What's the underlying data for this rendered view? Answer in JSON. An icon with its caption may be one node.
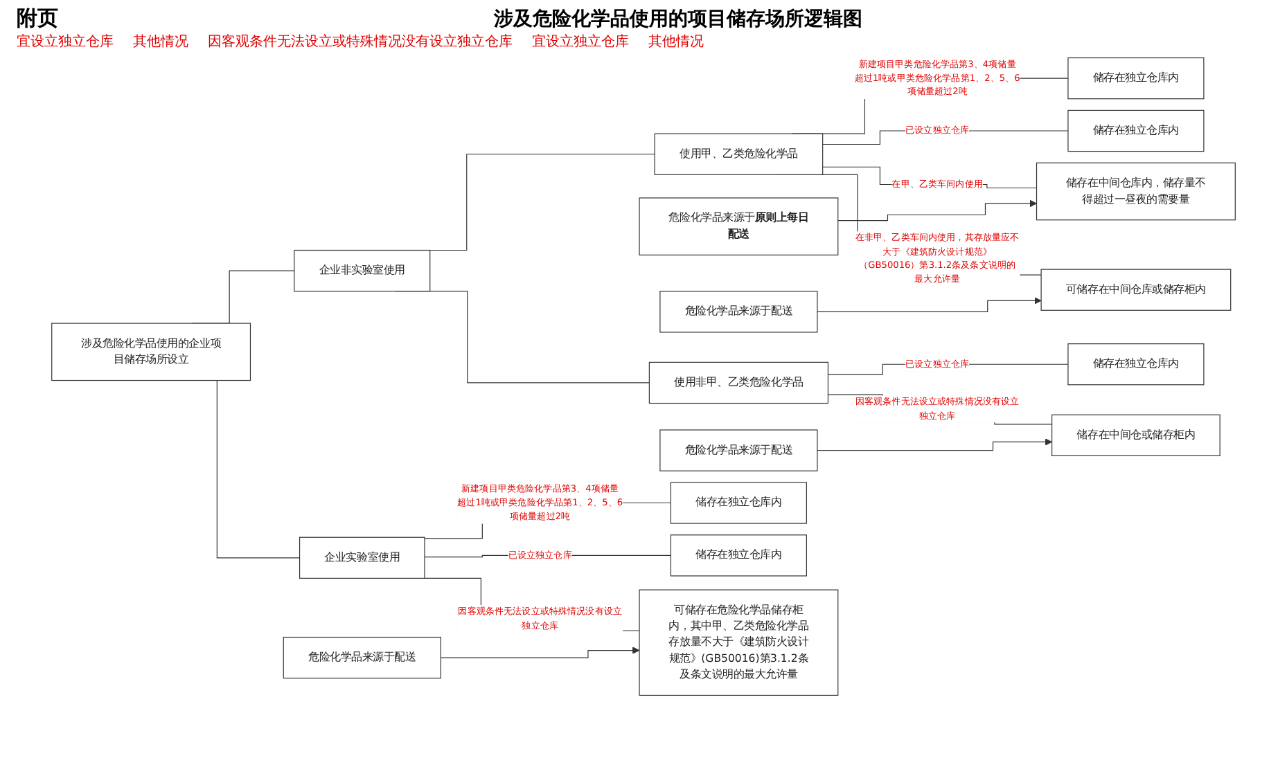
{
  "diagram": {
    "title": "涉及危险化学品使用的项目储存场所逻辑图",
    "nodes": [
      {
        "text": [
          "涉及危险化学品使用的企业项目储存场所设立"
        ]
      },
      {
        "text": [
          "企业非实验室使用"
        ]
      },
      {
        "text": [
          "使用甲、乙类危险化学品"
        ]
      },
      {
        "text": [
          "储存在独立仓库内"
        ]
      },
      {
        "text": [
          "储存在独立仓库内"
        ]
      },
      {
        "text": [
          "危险化学品来源于**原则上每日配送**"
        ]
      },
      {
        "text": [
          "储存在中间仓库内，储存量不得超过一昼夜的需要量"
        ]
      },
      {
        "text": [
          "危险化学品来源于配送"
        ]
      },
      {
        "text": [
          "可储存在中间仓库或储存柜内"
        ]
      },
      {
        "text": [
          "使用非甲、乙类危险化学品"
        ]
      },
      {
        "text": [
          "储存在独立仓库内"
        ]
      },
      {
        "text": [
          "危险化学品来源于配送"
        ]
      },
      {
        "text": [
          "储存在中间仓或储存柜内"
        ]
      },
      {
        "text": [
          "企业实验室使用"
        ]
      },
      {
        "text": [
          "储存在独立仓库内"
        ]
      },
      {
        "text": [
          "储存在独立仓库内"
        ]
      },
      {
        "text": [
          "危险化学品来源于配送"
        ]
      },
      {
        "text": [
          "可储存在危险化学品储存柜内，其中甲、乙类危险化学品存放量不大于《建筑防火设计规范》(GB50016)第3.1.2条及条文说明的最大允许量"
        ]
      }
    ],
    "edges": [
      {
        "from": 0,
        "to": 1,
        "arrow": "none"
      },
      {
        "from": 0,
        "to": 13,
        "arrow": "none"
      },
      {
        "from": 1,
        "to": 2,
        "arrow": "none"
      },
      {
        "from": 1,
        "to": 9,
        "arrow": "none"
      },
      {
        "from": 2,
        "to": 3,
        "arrow": "none",
        "label": "新建项目甲类危险化学品第3、4项储量超过1吨或甲类危险化学品第1、2、5、6项储量超过2吨"
      },
      {
        "from": 2,
        "to": 4,
        "arrow": "none",
        "label": "已设立独立仓库"
      },
      {
        "from": 2,
        "to": 6,
        "arrow": "none",
        "label": "在甲、乙类车间内使用"
      },
      {
        "from": 2,
        "to": 8,
        "arrow": "none",
        "label": "在非甲、乙类车间内使用，其存放量应不大于《建筑防火设计规范》（GB50016）第3.1.2条及条文说明的最大允许量"
      },
      {
        "from": 5,
        "to": 6,
        "arrow": "to"
      },
      {
        "from": 7,
        "to": 8,
        "arrow": "to"
      },
      {
        "from": 9,
        "to": 10,
        "arrow": "none",
        "label": "已设立独立仓库"
      },
      {
        "from": 9,
        "to": 12,
        "arrow": "none",
        "label": "因客观条件无法设立或特殊情况没有设立独立仓库"
      },
      {
        "from": 11,
        "to": 12,
        "arrow": "to"
      },
      {
        "from": 13,
        "to": 14,
        "arrow": "none",
        "label": "新建项目甲类危险化学品第3、4项储量超过1吨或甲类危险化学品第1、2、5、6项储量超过2吨"
      },
      {
        "from": 13,
        "to": 15,
        "arrow": "none",
        "label": "已设立独立仓库"
      },
      {
        "from": 13,
        "to": 17,
        "arrow": "none",
        "label": "因客观条件无法设立或特殊情况没有设立独立仓库"
      },
      {
        "from": 16,
        "to": 17,
        "arrow": "to"
      }
    ],
    "labels": [
      "附页",
      "宜设立独立仓库",
      "其他情况",
      "因客观条件无法设立或特殊情况没有设立独立仓库",
      "宜设立独立仓库",
      "其他情况"
    ]
  }
}
